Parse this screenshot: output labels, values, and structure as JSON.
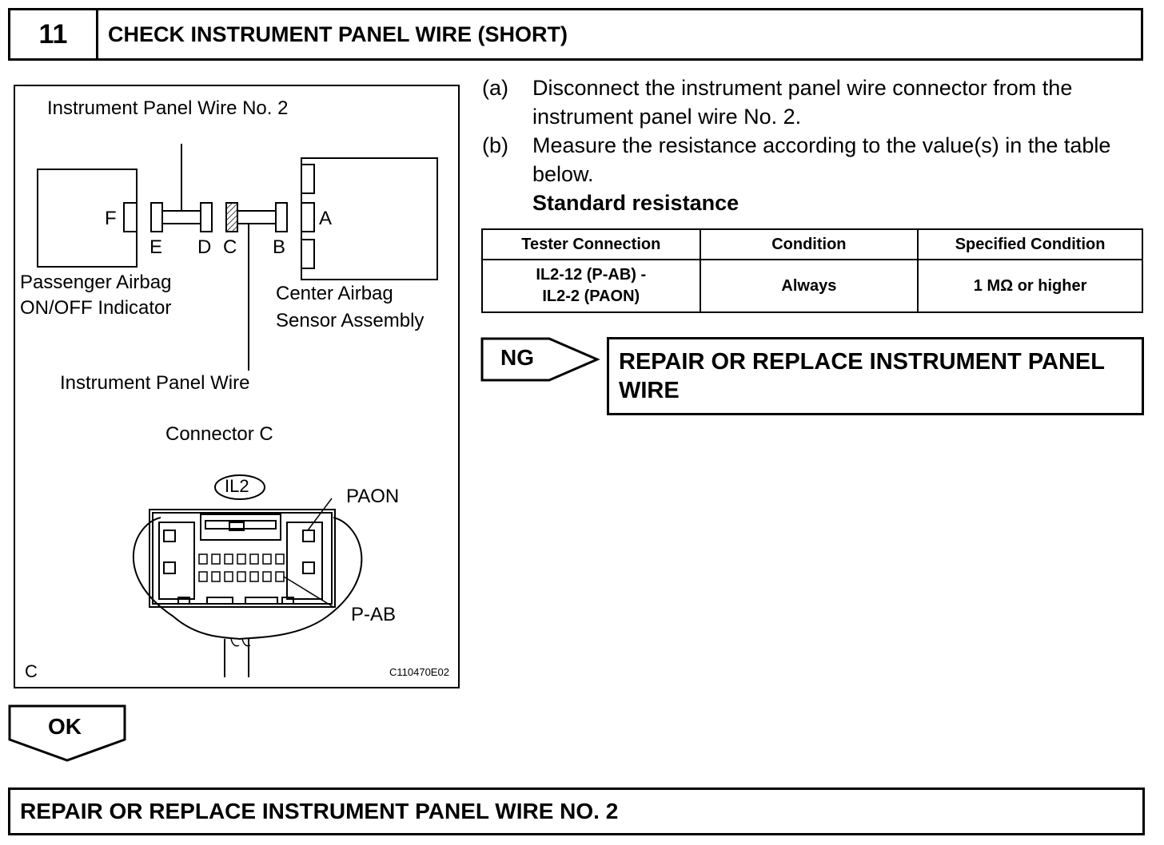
{
  "step": {
    "number": "11",
    "title": "CHECK INSTRUMENT PANEL WIRE (SHORT)"
  },
  "figure": {
    "wire_no2_label": "Instrument Panel Wire No. 2",
    "connector_letters": {
      "F": "F",
      "E": "E",
      "D": "D",
      "C": "C",
      "B": "B",
      "A": "A"
    },
    "indicator_label_1": "Passenger Airbag",
    "indicator_label_2": "ON/OFF Indicator",
    "sensor_label_1": "Center Airbag",
    "sensor_label_2": "Sensor Assembly",
    "wire_label": "Instrument Panel Wire",
    "connector_title": "Connector C",
    "connector_code": "IL2",
    "pin_paon": "PAON",
    "pin_pab": "P-AB",
    "corner_letter": "C",
    "figure_id": "C110470E02"
  },
  "instructions": [
    {
      "label": "(a)",
      "text": "Disconnect the instrument panel wire connector from the instrument panel wire No. 2."
    },
    {
      "label": "(b)",
      "text": "Measure the resistance according to the value(s) in the table below."
    }
  ],
  "standard_heading": "Standard resistance",
  "table": {
    "headers": [
      "Tester Connection",
      "Condition",
      "Specified Condition"
    ],
    "row": {
      "connection_1": "IL2-12 (P-AB) -",
      "connection_2": "IL2-2 (PAON)",
      "condition": "Always",
      "specified": "1 MΩ or higher"
    }
  },
  "ng": {
    "label": "NG",
    "text": "REPAIR OR REPLACE INSTRUMENT PANEL WIRE"
  },
  "ok": {
    "label": "OK"
  },
  "final": {
    "text": "REPAIR OR REPLACE INSTRUMENT PANEL WIRE NO. 2"
  }
}
